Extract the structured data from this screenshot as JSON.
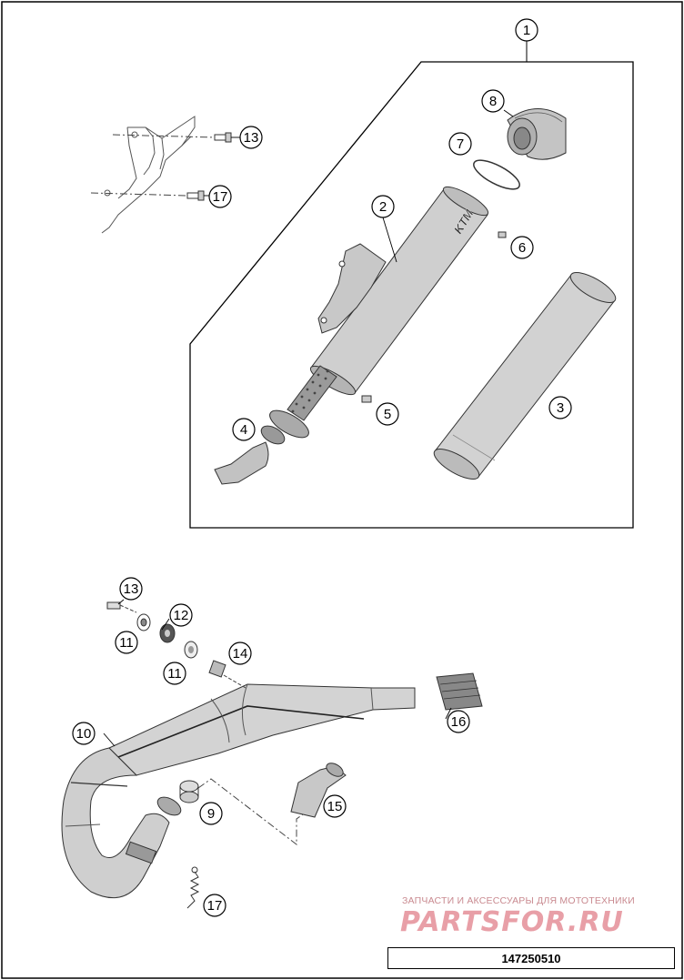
{
  "callouts": [
    {
      "id": "c1",
      "label": "1"
    },
    {
      "id": "c2",
      "label": "2"
    },
    {
      "id": "c3",
      "label": "3"
    },
    {
      "id": "c4",
      "label": "4"
    },
    {
      "id": "c5",
      "label": "5"
    },
    {
      "id": "c6",
      "label": "6"
    },
    {
      "id": "c7",
      "label": "7"
    },
    {
      "id": "c8",
      "label": "8"
    },
    {
      "id": "c13a",
      "label": "13"
    },
    {
      "id": "c17a",
      "label": "17"
    },
    {
      "id": "c13b",
      "label": "13"
    },
    {
      "id": "c12",
      "label": "12"
    },
    {
      "id": "c11a",
      "label": "11"
    },
    {
      "id": "c11b",
      "label": "11"
    },
    {
      "id": "c14",
      "label": "14"
    },
    {
      "id": "c10",
      "label": "10"
    },
    {
      "id": "c16",
      "label": "16"
    },
    {
      "id": "c9",
      "label": "9"
    },
    {
      "id": "c15",
      "label": "15"
    },
    {
      "id": "c17b",
      "label": "17"
    }
  ],
  "silencer_logo": "KTM",
  "watermark": {
    "subtitle": "ЗАПЧАСТИ И АКСЕССУАРЫ ДЛЯ МОТОТЕХНИКИ",
    "logo": "PARTSFOR.RU"
  },
  "part_number": "147250510"
}
